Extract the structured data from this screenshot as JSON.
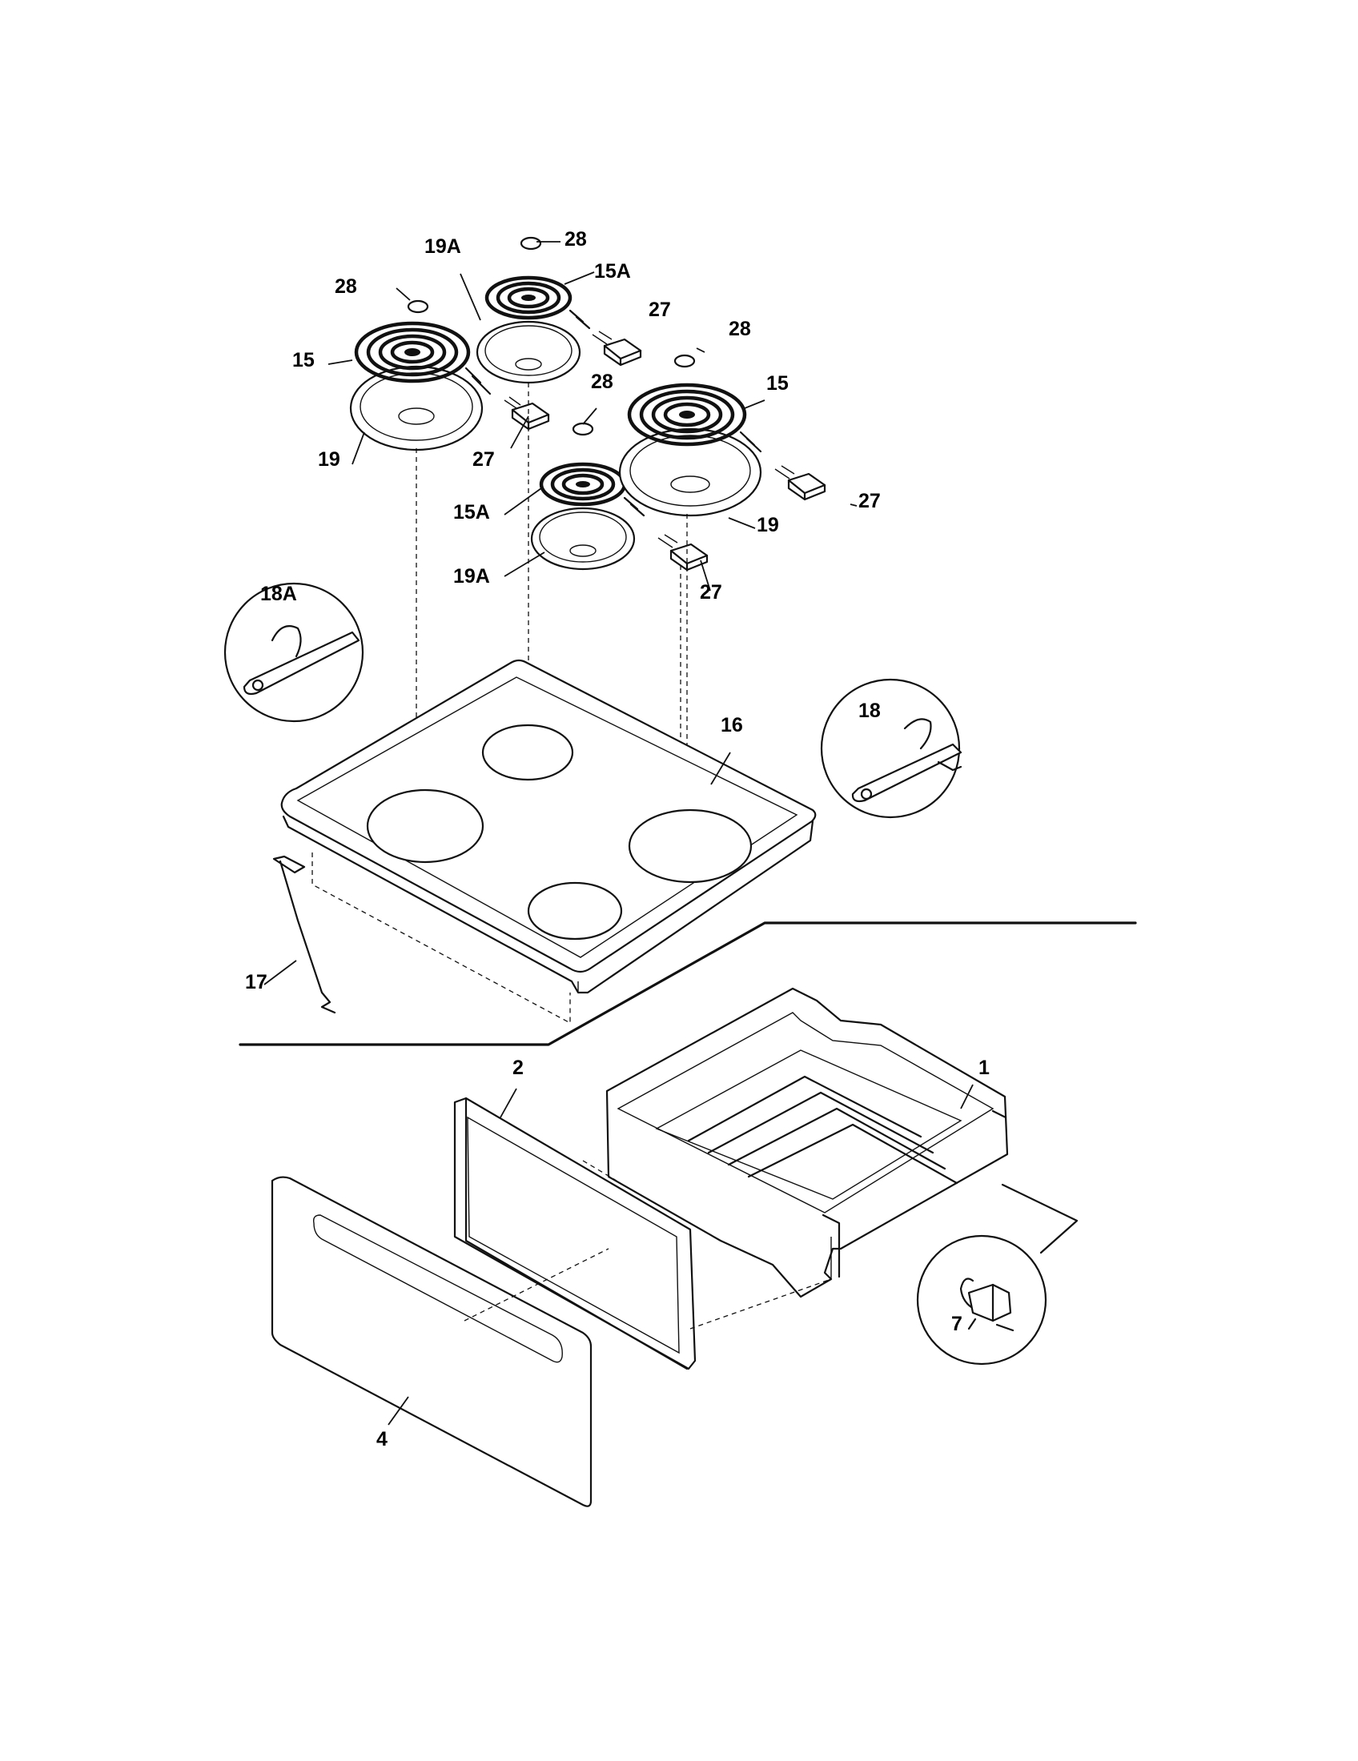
{
  "callouts": {
    "c1": "1",
    "c2": "2",
    "c4": "4",
    "c7": "7",
    "c15a": "15",
    "c15b": "15",
    "c15A1": "15A",
    "c15A2": "15A",
    "c16": "16",
    "c17": "17",
    "c18": "18",
    "c18A": "18A",
    "c19a": "19",
    "c19b": "19",
    "c19A1": "19A",
    "c19A2": "19A",
    "c27a": "27",
    "c27b": "27",
    "c27c": "27",
    "c27d": "27",
    "c28a": "28",
    "c28b": "28",
    "c28c": "28",
    "c28d": "28"
  }
}
